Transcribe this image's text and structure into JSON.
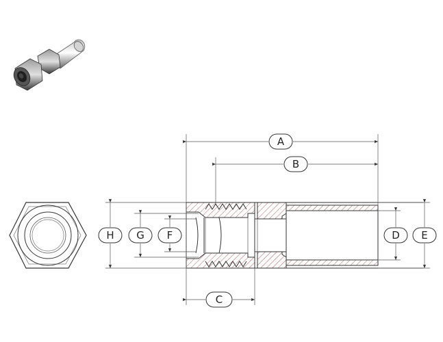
{
  "drawing": {
    "dimensions": [
      {
        "id": "A",
        "label": "A"
      },
      {
        "id": "B",
        "label": "B"
      },
      {
        "id": "C",
        "label": "C"
      },
      {
        "id": "D",
        "label": "D"
      },
      {
        "id": "E",
        "label": "E"
      },
      {
        "id": "F",
        "label": "F"
      },
      {
        "id": "G",
        "label": "G"
      },
      {
        "id": "H",
        "label": "H"
      }
    ],
    "colors": {
      "line": "#333333",
      "hatch": "#b06060",
      "iso_body": "#8a8a8a",
      "background": "#ffffff"
    }
  }
}
